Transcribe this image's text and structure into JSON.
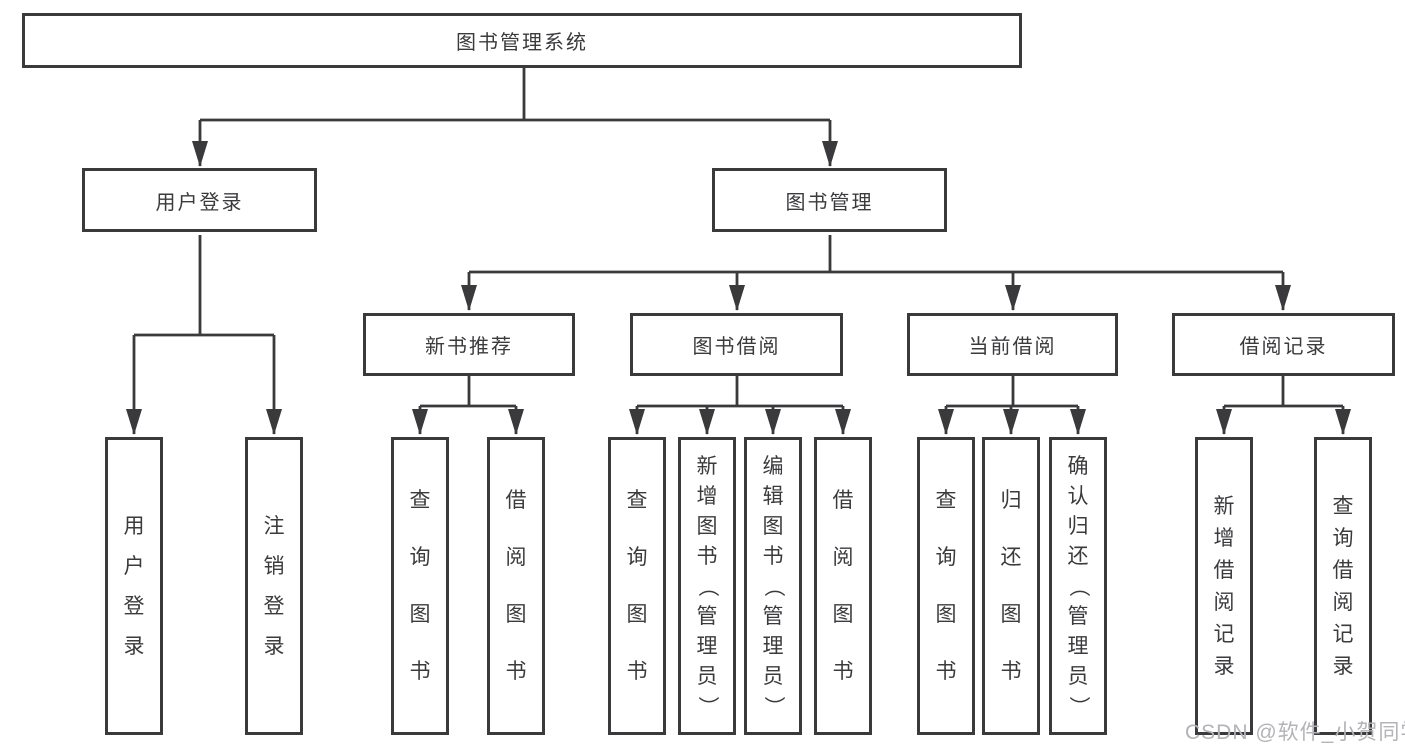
{
  "colors": {
    "line": "#3a3a3c",
    "text": "#3b3b3e",
    "watermark": "#b3b3b8",
    "background": "#ffffff"
  },
  "watermark": "CSDN @软件_小贺同学",
  "diagram": {
    "root": "图书管理系统",
    "children": [
      {
        "label": "用户登录",
        "children": [
          "用户登录",
          "注销登录"
        ]
      },
      {
        "label": "图书管理",
        "children": [
          {
            "label": "新书推荐",
            "children": [
              "查询图书",
              "借阅图书"
            ]
          },
          {
            "label": "图书借阅",
            "children": [
              "查询图书",
              "新增图书（管理员）",
              "编辑图书（管理员）",
              "借阅图书"
            ]
          },
          {
            "label": "当前借阅",
            "children": [
              "查询图书",
              "归还图书",
              "确认归还（管理员）"
            ]
          },
          {
            "label": "借阅记录",
            "children": [
              "新增借阅记录",
              "查询借阅记录"
            ]
          }
        ]
      }
    ]
  }
}
